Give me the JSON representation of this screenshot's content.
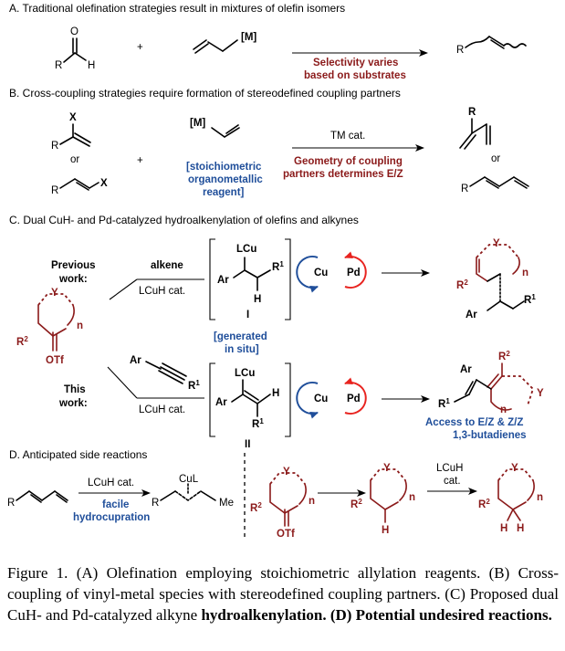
{
  "panels": {
    "a": {
      "header": "A. Traditional olefination strategies result in mixtures of olefin isomers",
      "aldehyde": {
        "o": "O",
        "r": "R",
        "h": "H"
      },
      "plus": "+",
      "metal": "[M]",
      "arrow_label_line1": "Selectivity varies",
      "arrow_label_line2": "based on substrates",
      "product_r": "R"
    },
    "b": {
      "header": "B. Cross-coupling strategies require formation of stereodefined coupling partners",
      "x_top": "X",
      "r_top": "R",
      "or_left": "or",
      "r_bottom": "R",
      "x_bottom": "X",
      "plus": "+",
      "metal": "[M]",
      "reagent_line1": "[stoichiometric",
      "reagent_line2": "organometallic",
      "reagent_line3": "reagent]",
      "arrow_label_top": "TM cat.",
      "arrow_label_line1": "Geometry of coupling",
      "arrow_label_line2": "partners determines E/Z",
      "r_prod_top": "R",
      "or_right": "or",
      "r_prod_bottom": "R"
    },
    "c": {
      "header": "C. Dual CuH- and Pd-catalyzed hydroalkenylation of olefins and alkynes",
      "previous_line1": "Previous",
      "previous_line2": "work:",
      "alkene": "alkene",
      "lcuh_top": "LCuH cat.",
      "int1": {
        "lcu": "LCu",
        "ar": "Ar",
        "r1": "R",
        "r1_sup": "1",
        "h": "H",
        "label": "I"
      },
      "cu": "Cu",
      "pd": "Pd",
      "generated_line1": "[generated",
      "generated_line2": "in situ]",
      "triflate": {
        "y": "Y",
        "n": "n",
        "r2": "R",
        "r2_sup": "2",
        "otf": "OTf"
      },
      "this_line1": "This",
      "this_line2": "work:",
      "alkyne": {
        "ar": "Ar",
        "r1": "R",
        "r1_sup": "1"
      },
      "lcuh_bottom": "LCuH cat.",
      "int2": {
        "lcu": "LCu",
        "ar": "Ar",
        "h": "H",
        "r1": "R",
        "r1_sup": "1",
        "label": "II"
      },
      "prod_top": {
        "y": "Y",
        "n": "n",
        "r2": "R",
        "r2_sup": "2",
        "r1": "R",
        "r1_sup": "1",
        "ar": "Ar"
      },
      "prod_bottom": {
        "r2": "R",
        "r2_sup": "2",
        "ar": "Ar",
        "r1": "R",
        "r1_sup": "1",
        "y": "Y",
        "n": "n"
      },
      "access_line1": "Access to E/Z & Z/Z",
      "access_line2": "1,3-butadienes"
    },
    "d": {
      "header": "D. Anticipated side reactions",
      "r_left": "R",
      "lcuh": "LCuH cat.",
      "facile_line1": "facile",
      "facile_line2": "hydrocupration",
      "r_mid": "R",
      "cul": "CuL",
      "me": "Me",
      "ring1": {
        "y": "Y",
        "n": "n",
        "r2": "R",
        "r2_sup": "2",
        "otf": "OTf"
      },
      "ring2": {
        "y": "Y",
        "n": "n",
        "r2": "R",
        "r2_sup": "2",
        "h": "H"
      },
      "lcuh2_line1": "LCuH",
      "lcuh2_line2": "cat.",
      "ring3": {
        "y": "Y",
        "n": "n",
        "r2": "R",
        "r2_sup": "2",
        "h1": "H",
        "h2": "H"
      }
    }
  },
  "caption": {
    "label": "Figure 1.",
    "text": " (A) Olefination employing stoichiometric allylation reagents. (B) Cross-coupling of vinyl-metal species with stereodefined coupling partners. (C) Proposed dual CuH- and Pd-catalyzed alkyne ",
    "bold_tail": "hydroalkenylation. (D) Potential undesired reactions."
  },
  "colors": {
    "red": "#8b1a1a",
    "blue": "#1f4e9a",
    "cu_circle": "#1f4e9a",
    "pd_circle": "#e8231f"
  }
}
